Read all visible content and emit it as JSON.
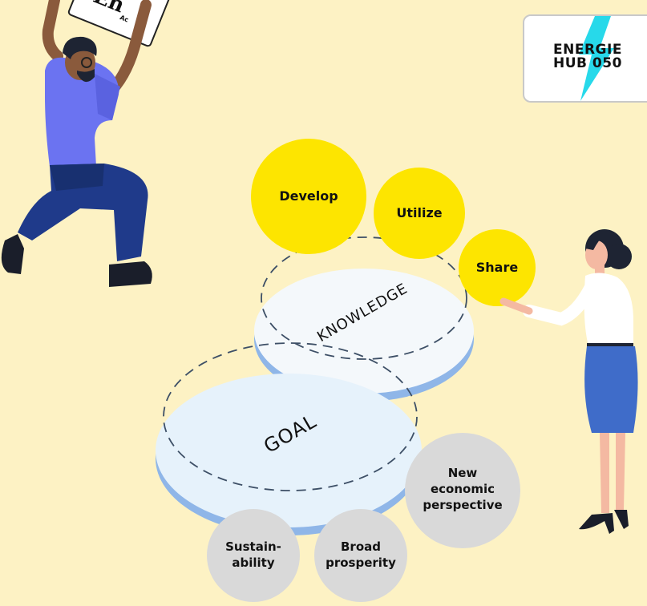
{
  "logo": {
    "line1": "ENERGIE",
    "line2": "HUB 050",
    "bolt_color": "#27d9ea"
  },
  "sign_text": "En",
  "sign_subtext": "Ac",
  "circles": {
    "develop": "Develop",
    "utilize": "Utilize",
    "share": "Share"
  },
  "discs": {
    "knowledge": "KNOWLEDGE",
    "goal": "GOAL"
  },
  "bubbles": {
    "sustainability": [
      "Sustain-",
      "ability"
    ],
    "broad_prosperity": [
      "Broad",
      "prosperity"
    ],
    "new_economic": [
      "New",
      "economic",
      "perspective"
    ]
  },
  "colors": {
    "background": "#fdf2c4",
    "yellow": "#fde500",
    "grey": "#d9d9d9",
    "disc_top": "#f4f8fb",
    "disc_side": "#8fb6e8",
    "goal_top": "#e6f2fb"
  }
}
